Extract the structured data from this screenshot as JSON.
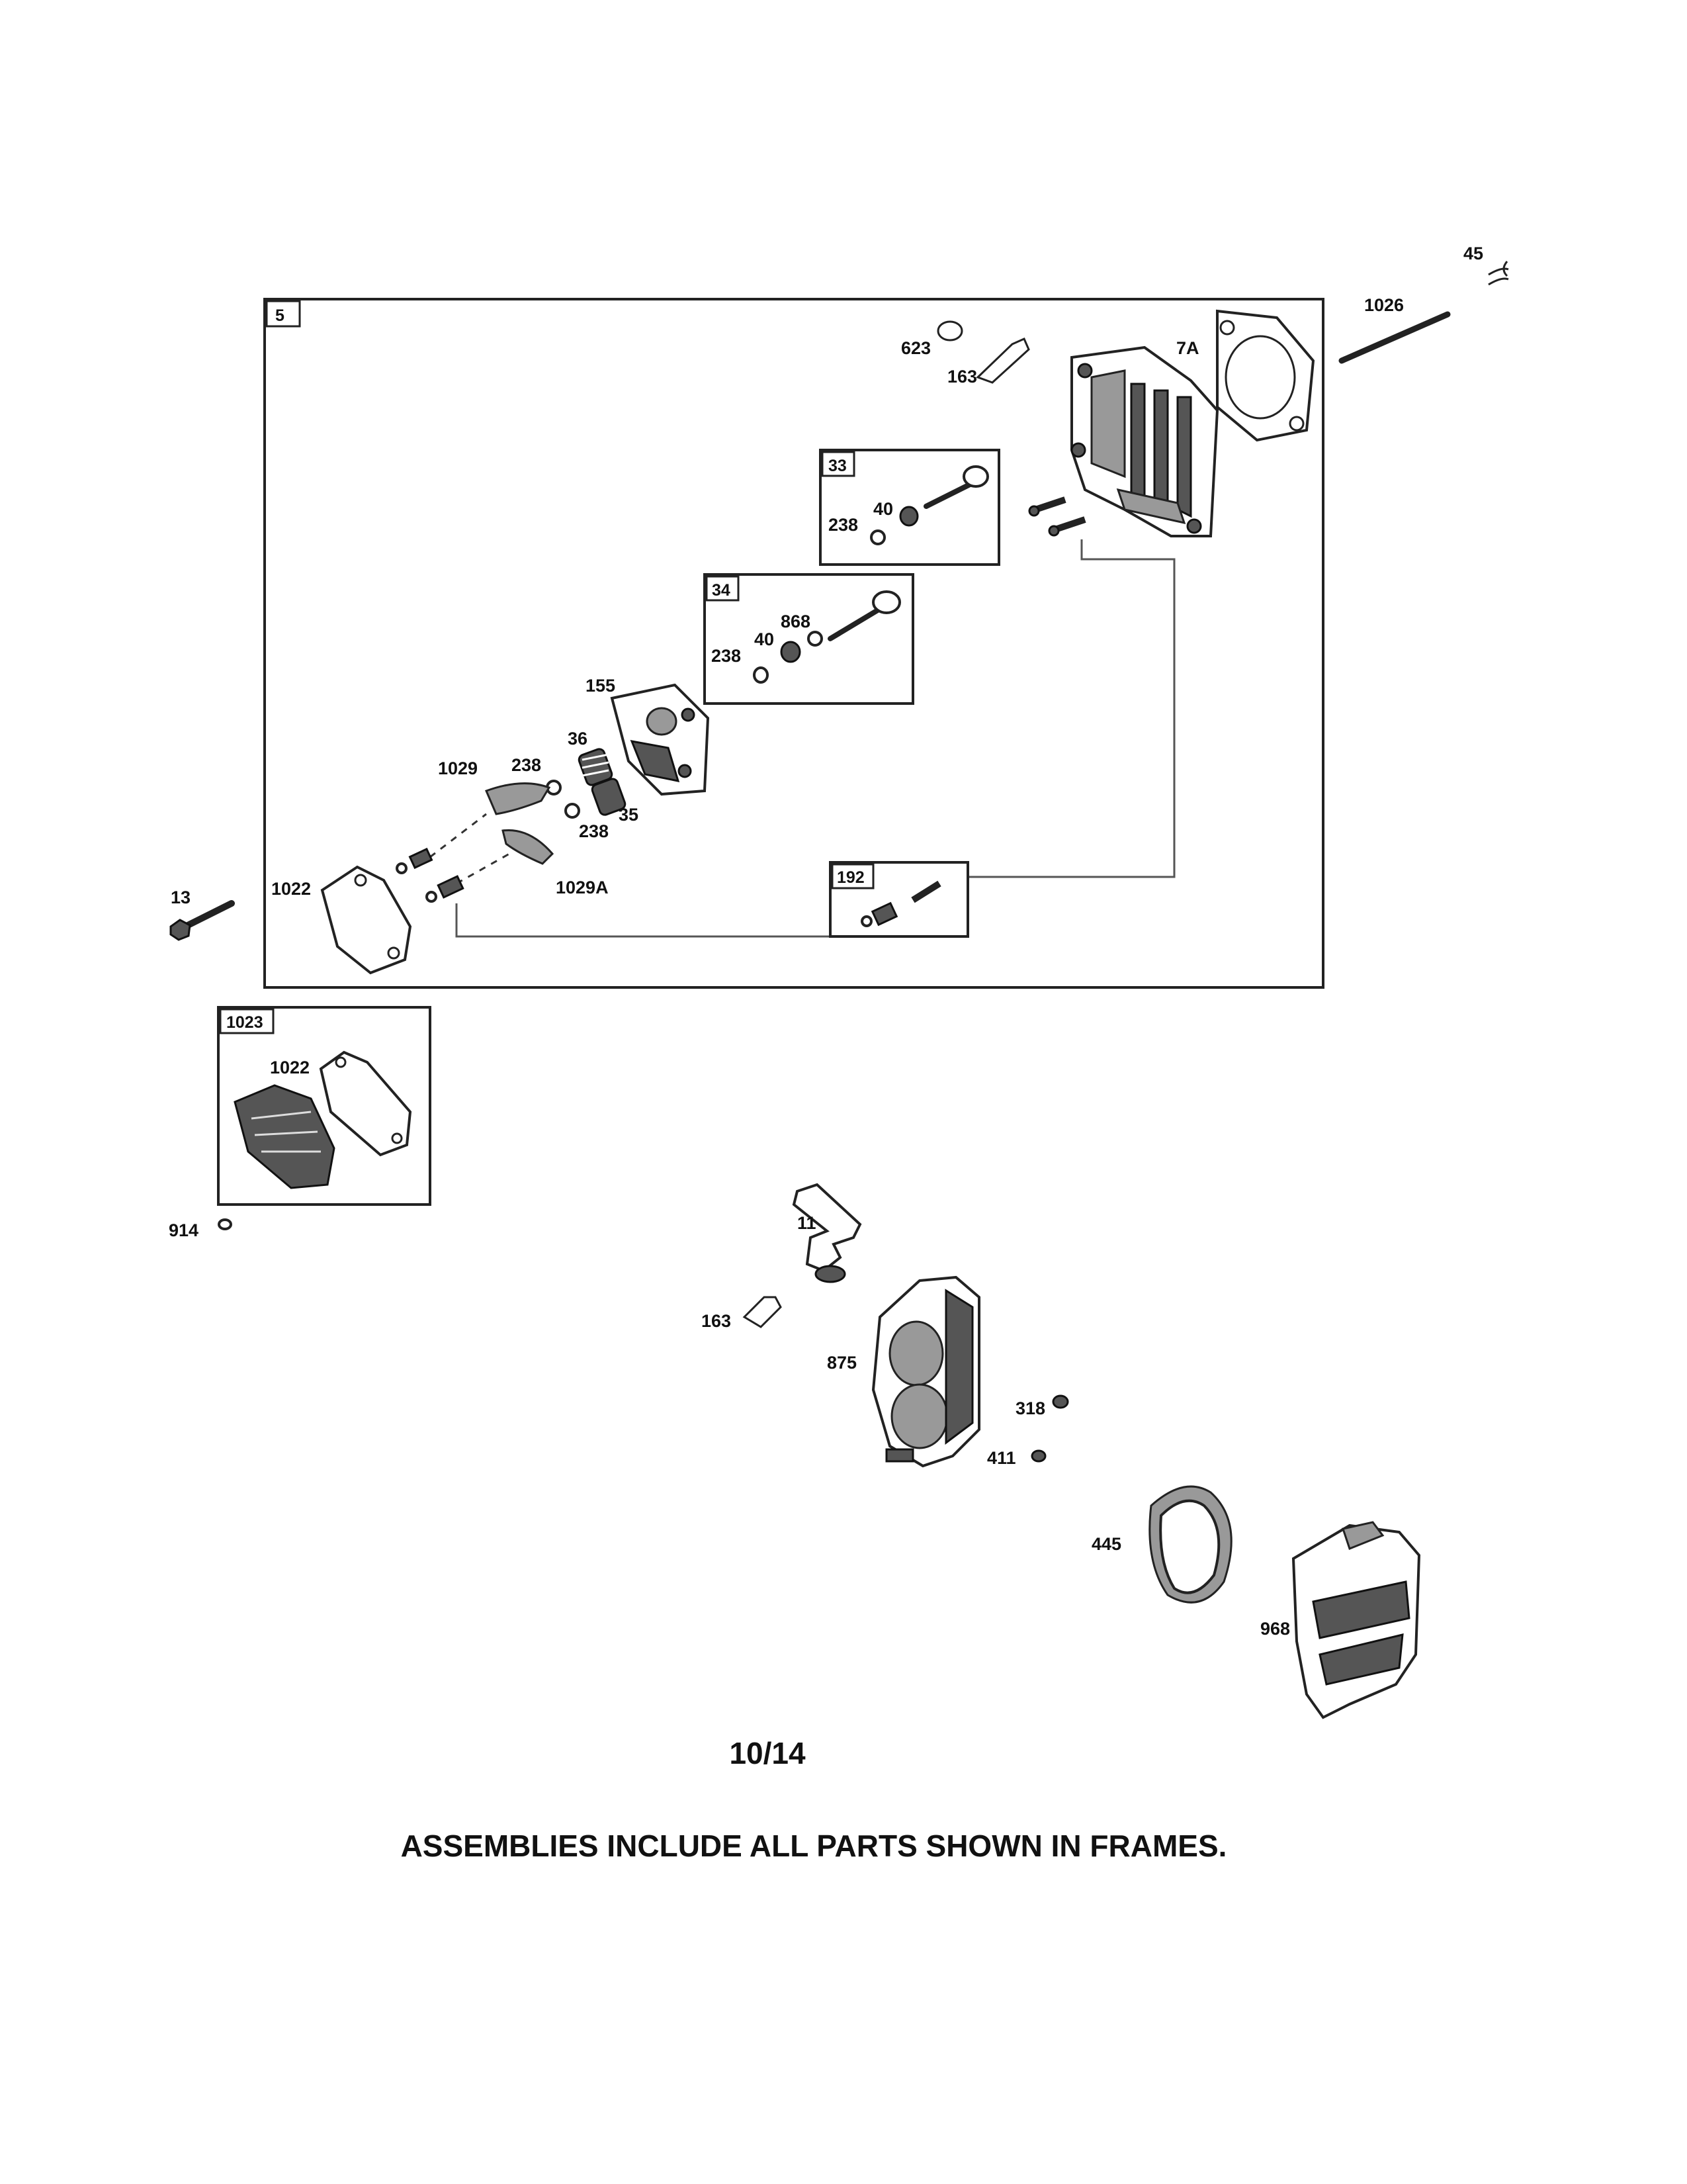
{
  "page": {
    "page_number": "10/14",
    "footer_note": "ASSEMBLIES INCLUDE ALL PARTS SHOWN IN FRAMES."
  },
  "frames": {
    "main": "5",
    "exhaust_valve": "33",
    "intake_valve": "34",
    "breather": "192",
    "cover": "1023"
  },
  "callouts": {
    "p45": "45",
    "p1026": "1026",
    "p623": "623",
    "p163_top": "163",
    "p7A": "7A",
    "p33_238": "238",
    "p33_40": "40",
    "p34_868": "868",
    "p34_40": "40",
    "p34_238": "238",
    "p155": "155",
    "p36": "36",
    "p1029": "1029",
    "p238_a": "238",
    "p35": "35",
    "p238_b": "238",
    "p1029A": "1029A",
    "p13": "13",
    "p1022_main": "1022",
    "p1022_cover": "1022",
    "p914": "914",
    "p11": "11",
    "p163_bottom": "163",
    "p875": "875",
    "p318": "318",
    "p411": "411",
    "p445": "445",
    "p968": "968"
  }
}
